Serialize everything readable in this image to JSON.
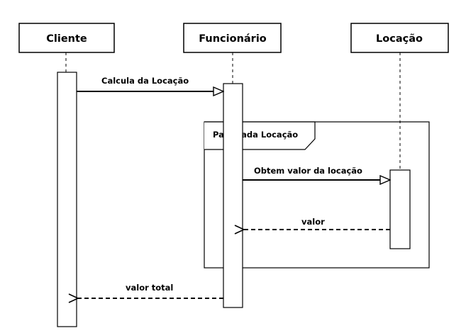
{
  "participants": [
    {
      "id": "cliente",
      "label": "Cliente"
    },
    {
      "id": "funcionario",
      "label": "Funcionário"
    },
    {
      "id": "locacao",
      "label": "Locação"
    }
  ],
  "messages": [
    {
      "id": "m1",
      "from": "cliente",
      "to": "funcionario",
      "label": "Calcula da Locação",
      "style": "sync"
    },
    {
      "id": "m2",
      "from": "funcionario",
      "to": "locacao",
      "label": "Obtem valor da locação",
      "style": "sync"
    },
    {
      "id": "m3",
      "from": "locacao",
      "to": "funcionario",
      "label": "valor",
      "style": "return"
    },
    {
      "id": "m4",
      "from": "funcionario",
      "to": "cliente",
      "label": "valor total",
      "style": "return"
    }
  ],
  "fragment": {
    "label": "Para cada Locação"
  }
}
